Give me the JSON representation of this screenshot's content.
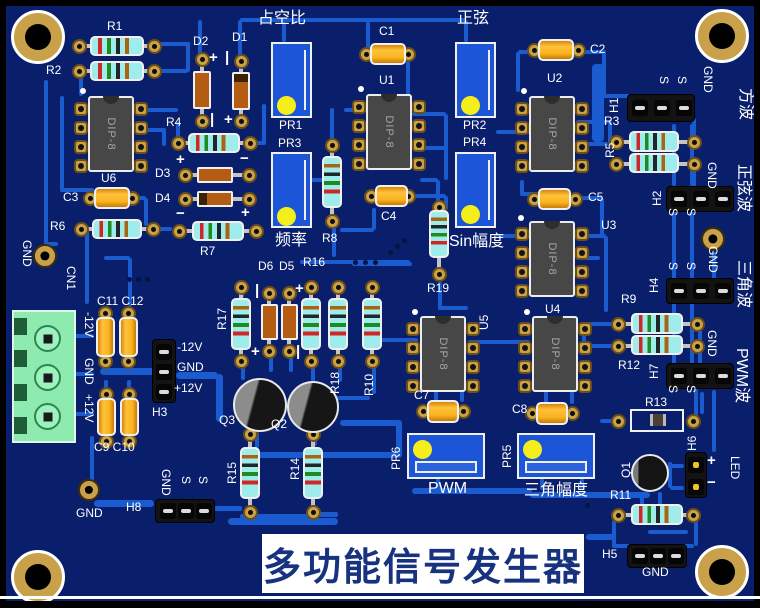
{
  "title": {
    "text": "多功能信号发生器"
  },
  "labels": {
    "r1": "R1",
    "r2": "R2",
    "r3": "R3",
    "r4": "R4",
    "r5": "R5",
    "r6": "R6",
    "r7": "R7",
    "r8": "R8",
    "r9": "R9",
    "r10": "R10",
    "r11": "R11",
    "r12": "R12",
    "r13": "R13",
    "r14": "R14",
    "r15": "R15",
    "r16": "R16",
    "r17": "R17",
    "r18": "R18",
    "r19": "R19",
    "c1": "C1",
    "c2": "C2",
    "c3": "C3",
    "c4": "C4",
    "c5": "C5",
    "c7": "C7",
    "c8": "C8",
    "c9_c10": "C9 C10",
    "c11_c12": "C11 C12",
    "d1": "D1",
    "d2": "D2",
    "d3": "D3",
    "d4": "D4",
    "d5": "D5",
    "d6": "D6",
    "u1": "U1",
    "u2": "U2",
    "u3": "U3",
    "u4": "U4",
    "u5": "U5",
    "u6": "U6",
    "dip8": "DIP-8",
    "pr1": "PR1",
    "pr2": "PR2",
    "pr3": "PR3",
    "pr4": "PR4",
    "pr5": "PR5",
    "pr6": "PR6",
    "q1": "Q1",
    "q2": "Q2",
    "q3": "Q3",
    "h1": "H1",
    "h2": "H2",
    "h3": "H3",
    "h4": "H4",
    "h5": "H5",
    "h6": "H6",
    "h7": "H7",
    "h8": "H8",
    "cn1": "CN1",
    "duty": "占空比",
    "sine": "正弦",
    "freq": "频率",
    "sin_amp": "Sin幅度",
    "pwm": "PWM",
    "tri_amp": "三角幅度",
    "sq_wave": "方波",
    "sine_wave": "正弦波",
    "tri_wave": "三角波",
    "pwm_wave": "PWM波",
    "led": "LED",
    "gnd": "GND",
    "s": "S",
    "v_neg": "-12V",
    "v_pos": "+12V",
    "plus": "+",
    "minus": "−",
    "bar": "|"
  },
  "colors": {
    "board": "#0a1f6b",
    "trace": "#1a5bd0",
    "silkscreen": "#ffffff",
    "pad_gold": "#c9a14a",
    "resistor_body": "#9fecec",
    "capacitor": "#f9b31f",
    "pot_blue": "#1d55d8",
    "dot_yellow": "#f4ef1a",
    "terminal_green": "#8debb0",
    "title_bg": "#ffffff",
    "title_fg": "#17327e"
  }
}
